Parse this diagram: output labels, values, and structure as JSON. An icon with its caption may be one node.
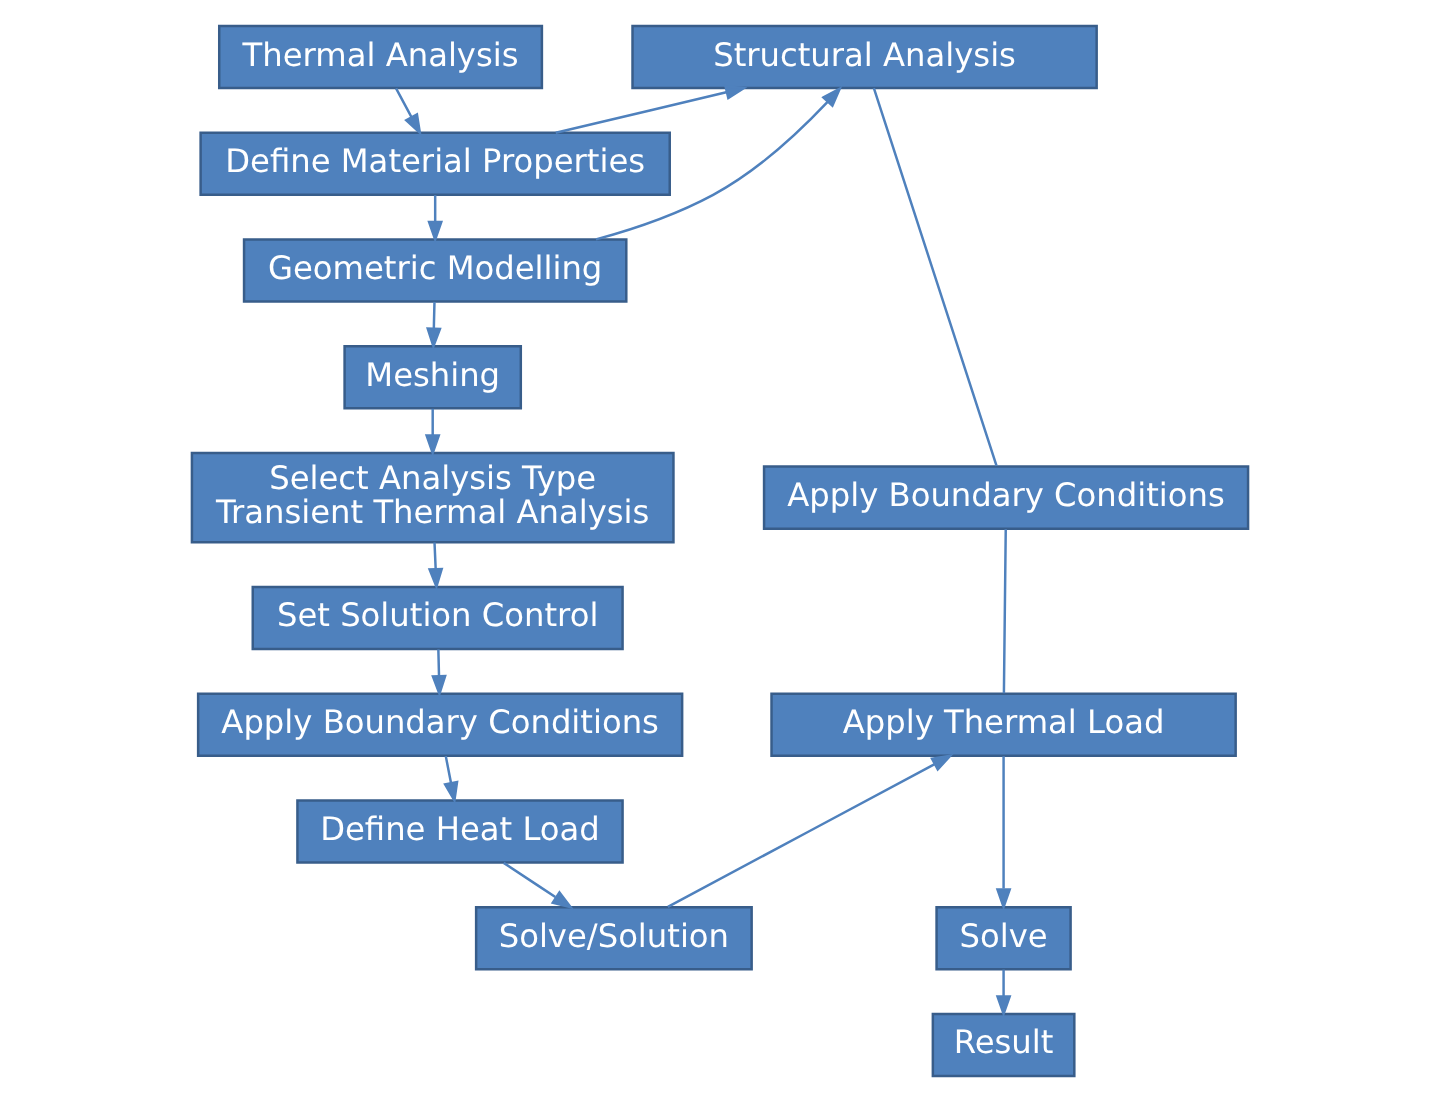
{
  "diagram": {
    "nodes": [
      {
        "text": [
          "Thermal Analysis"
        ]
      },
      {
        "text": [
          "Structural Analysis"
        ]
      },
      {
        "text": [
          "Define Material Properties"
        ]
      },
      {
        "text": [
          "Geometric Modelling"
        ]
      },
      {
        "text": [
          "Meshing"
        ]
      },
      {
        "text": [
          "Apply Boundary Conditions"
        ]
      },
      {
        "text": [
          "Select Analysis Type",
          "Transient Thermal Analysis"
        ]
      },
      {
        "text": [
          "Set Solution Control"
        ]
      },
      {
        "text": [
          "Apply Boundary Conditions"
        ]
      },
      {
        "text": [
          "Apply Thermal Load"
        ]
      },
      {
        "text": [
          "Define Heat Load"
        ]
      },
      {
        "text": [
          "Solve/Solution"
        ]
      },
      {
        "text": [
          "Solve"
        ]
      },
      {
        "text": [
          "Result"
        ]
      }
    ],
    "edges": [
      {
        "from": 0,
        "to": 2,
        "arrow": "to"
      },
      {
        "from": 2,
        "to": 3,
        "arrow": "to"
      },
      {
        "from": 3,
        "to": 4,
        "arrow": "to"
      },
      {
        "from": 4,
        "to": 6,
        "arrow": "to"
      },
      {
        "from": 6,
        "to": 7,
        "arrow": "to"
      },
      {
        "from": 7,
        "to": 8,
        "arrow": "to"
      },
      {
        "from": 8,
        "to": 10,
        "arrow": "to"
      },
      {
        "from": 10,
        "to": 11,
        "arrow": "to"
      },
      {
        "from": 2,
        "to": 1,
        "arrow": "to"
      },
      {
        "from": 3,
        "to": 1,
        "arrow": "to"
      },
      {
        "from": 1,
        "to": 5,
        "arrow": "none"
      },
      {
        "from": 5,
        "to": 9,
        "arrow": "none"
      },
      {
        "from": 11,
        "to": 9,
        "arrow": "to"
      },
      {
        "from": 9,
        "to": 12,
        "arrow": "to"
      },
      {
        "from": 12,
        "to": 13,
        "arrow": "to"
      }
    ]
  }
}
